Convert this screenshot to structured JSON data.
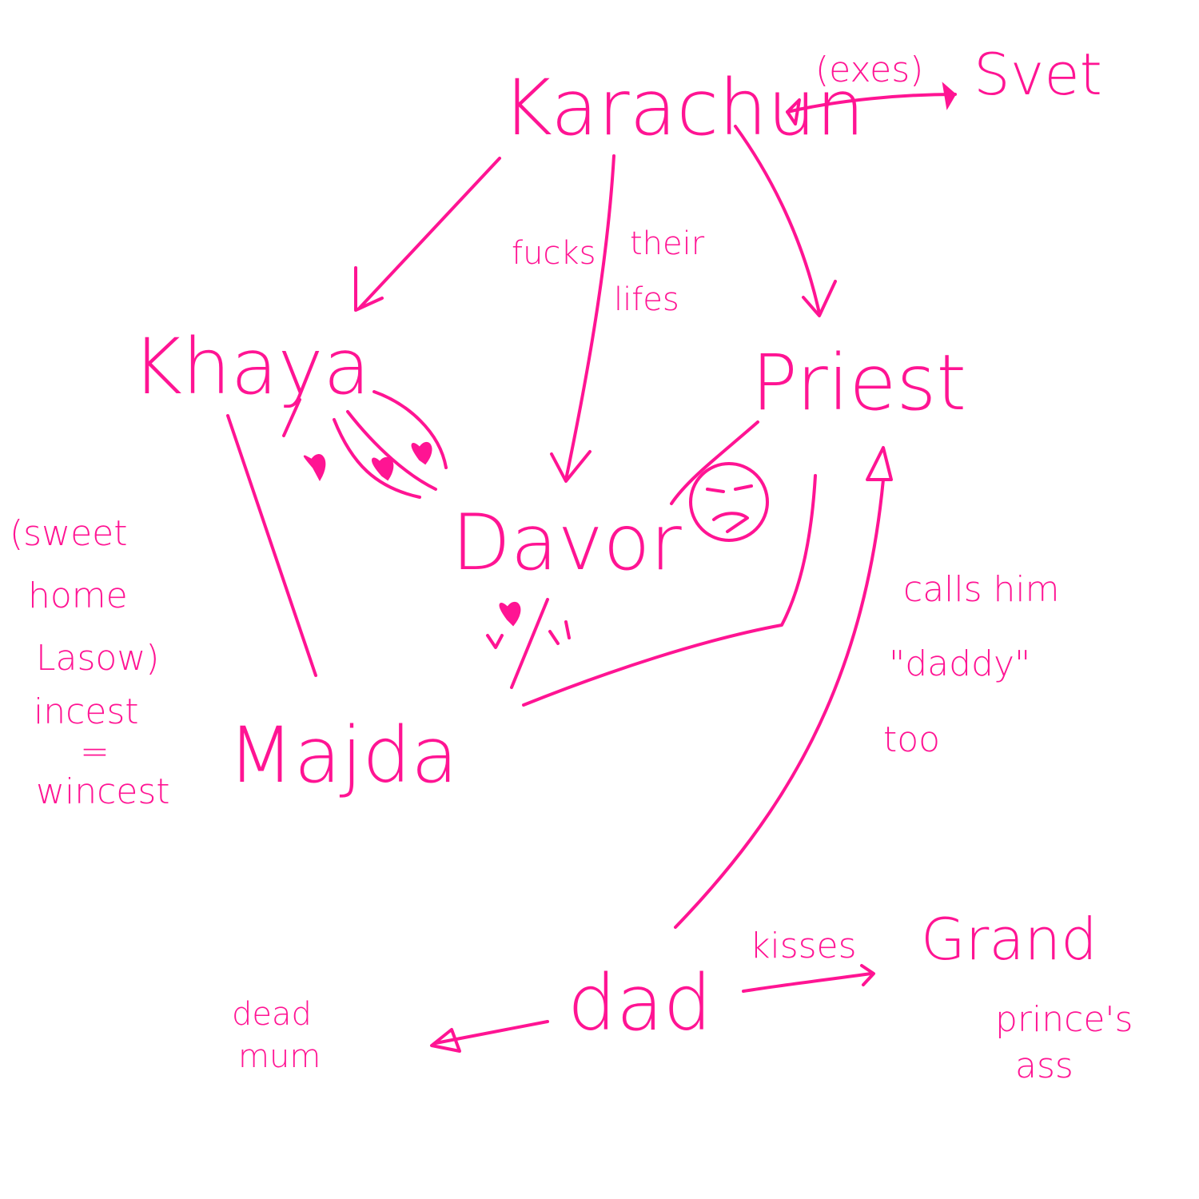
{
  "nodes": {
    "karachun": "Karachun",
    "svet": "Svet",
    "khaya": "Khaya",
    "priest": "Priest",
    "davor": "Davor",
    "majda": "Majda",
    "dad": "dad",
    "dead_mum": [
      "dead",
      "mum"
    ],
    "grand_princes_ass": [
      "Grand",
      "prince's",
      "ass"
    ]
  },
  "labels": {
    "exes": "(exes)",
    "fucks": "fucks",
    "their_lifes": [
      "their",
      "lifes"
    ],
    "sweet_home": [
      "(sweet",
      "home",
      "Lasow)",
      "incest",
      "=",
      "wincest"
    ],
    "calls_him": [
      "calls him",
      "\"daddy\"",
      "too"
    ],
    "kisses": "kisses"
  },
  "colors": {
    "ink": "#ff1493",
    "background": "#ffffff"
  }
}
